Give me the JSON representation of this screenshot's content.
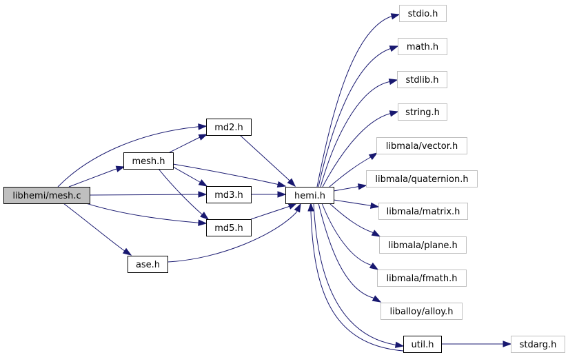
{
  "colors": {
    "edge": "#191970",
    "root_fill": "#bfbfbf",
    "root_border": "#000000",
    "local_border": "#000000",
    "external_border": "#bfbfbf",
    "node_fill": "#ffffff"
  },
  "nodes": [
    {
      "id": "mesh_c",
      "label": "libhemi/mesh.c",
      "kind": "root"
    },
    {
      "id": "mesh_h",
      "label": "mesh.h",
      "kind": "local"
    },
    {
      "id": "md2_h",
      "label": "md2.h",
      "kind": "local"
    },
    {
      "id": "md3_h",
      "label": "md3.h",
      "kind": "local"
    },
    {
      "id": "md5_h",
      "label": "md5.h",
      "kind": "local"
    },
    {
      "id": "ase_h",
      "label": "ase.h",
      "kind": "local"
    },
    {
      "id": "hemi_h",
      "label": "hemi.h",
      "kind": "local"
    },
    {
      "id": "util_h",
      "label": "util.h",
      "kind": "local"
    },
    {
      "id": "stdio_h",
      "label": "stdio.h",
      "kind": "external"
    },
    {
      "id": "math_h",
      "label": "math.h",
      "kind": "external"
    },
    {
      "id": "stdlib_h",
      "label": "stdlib.h",
      "kind": "external"
    },
    {
      "id": "string_h",
      "label": "string.h",
      "kind": "external"
    },
    {
      "id": "vector_h",
      "label": "libmala/vector.h",
      "kind": "external"
    },
    {
      "id": "quaternion_h",
      "label": "libmala/quaternion.h",
      "kind": "external"
    },
    {
      "id": "matrix_h",
      "label": "libmala/matrix.h",
      "kind": "external"
    },
    {
      "id": "plane_h",
      "label": "libmala/plane.h",
      "kind": "external"
    },
    {
      "id": "fmath_h",
      "label": "libmala/fmath.h",
      "kind": "external"
    },
    {
      "id": "alloy_h",
      "label": "liballoy/alloy.h",
      "kind": "external"
    },
    {
      "id": "stdarg_h",
      "label": "stdarg.h",
      "kind": "external"
    }
  ],
  "edges": [
    {
      "from": "mesh_c",
      "to": "mesh_h"
    },
    {
      "from": "mesh_c",
      "to": "md2_h"
    },
    {
      "from": "mesh_c",
      "to": "md3_h"
    },
    {
      "from": "mesh_c",
      "to": "md5_h"
    },
    {
      "from": "mesh_c",
      "to": "ase_h"
    },
    {
      "from": "mesh_h",
      "to": "md2_h"
    },
    {
      "from": "mesh_h",
      "to": "md3_h"
    },
    {
      "from": "mesh_h",
      "to": "md5_h"
    },
    {
      "from": "mesh_h",
      "to": "hemi_h"
    },
    {
      "from": "md2_h",
      "to": "hemi_h"
    },
    {
      "from": "md3_h",
      "to": "hemi_h"
    },
    {
      "from": "md5_h",
      "to": "hemi_h"
    },
    {
      "from": "ase_h",
      "to": "hemi_h"
    },
    {
      "from": "hemi_h",
      "to": "stdio_h"
    },
    {
      "from": "hemi_h",
      "to": "math_h"
    },
    {
      "from": "hemi_h",
      "to": "stdlib_h"
    },
    {
      "from": "hemi_h",
      "to": "string_h"
    },
    {
      "from": "hemi_h",
      "to": "vector_h"
    },
    {
      "from": "hemi_h",
      "to": "quaternion_h"
    },
    {
      "from": "hemi_h",
      "to": "matrix_h"
    },
    {
      "from": "hemi_h",
      "to": "plane_h"
    },
    {
      "from": "hemi_h",
      "to": "fmath_h"
    },
    {
      "from": "hemi_h",
      "to": "alloy_h"
    },
    {
      "from": "hemi_h",
      "to": "util_h"
    },
    {
      "from": "util_h",
      "to": "hemi_h"
    },
    {
      "from": "util_h",
      "to": "stdarg_h"
    }
  ]
}
